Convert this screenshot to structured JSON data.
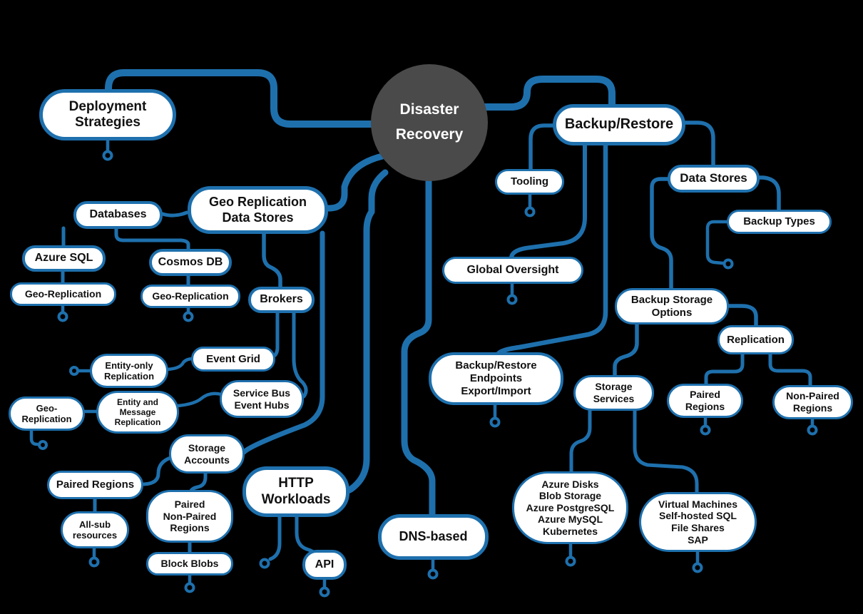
{
  "diagram": {
    "type": "mind-map",
    "title": "Disaster Recovery"
  },
  "colors": {
    "background": "#000000",
    "accent": "#1e70ad",
    "node_fill": "#ffffff",
    "node_text": "#111111",
    "center_fill": "#4a4a4a",
    "center_text": "#ffffff"
  },
  "nodes": [
    {
      "id": "disaster-recovery",
      "label": "Disaster\nRecovery"
    },
    {
      "id": "deployment-strategies",
      "label": "Deployment\nStrategies"
    },
    {
      "id": "backup-restore",
      "label": "Backup/Restore"
    },
    {
      "id": "tooling",
      "label": "Tooling"
    },
    {
      "id": "data-stores",
      "label": "Data Stores"
    },
    {
      "id": "backup-types",
      "label": "Backup Types"
    },
    {
      "id": "geo-replication-data-stores",
      "label": "Geo Replication\nData Stores"
    },
    {
      "id": "databases",
      "label": "Databases"
    },
    {
      "id": "azure-sql",
      "label": "Azure SQL"
    },
    {
      "id": "geo-replication-sql",
      "label": "Geo-Replication"
    },
    {
      "id": "cosmos-db",
      "label": "Cosmos DB"
    },
    {
      "id": "geo-replication-cosmos",
      "label": "Geo-Replication"
    },
    {
      "id": "brokers",
      "label": "Brokers"
    },
    {
      "id": "event-grid",
      "label": "Event Grid"
    },
    {
      "id": "entity-only-replication",
      "label": "Entity-only\nReplication"
    },
    {
      "id": "service-bus-event-hubs",
      "label": "Service Bus\nEvent Hubs"
    },
    {
      "id": "geo-replication-msg",
      "label": "Geo-\nReplication"
    },
    {
      "id": "entity-message-replication",
      "label": "Entity and\nMessage\nReplication"
    },
    {
      "id": "storage-accounts",
      "label": "Storage\nAccounts"
    },
    {
      "id": "paired-regions-left",
      "label": "Paired Regions"
    },
    {
      "id": "all-sub-resources",
      "label": "All-sub\nresources"
    },
    {
      "id": "paired-non-paired-regions",
      "label": "Paired\nNon-Paired\nRegions"
    },
    {
      "id": "block-blobs",
      "label": "Block Blobs"
    },
    {
      "id": "http-workloads",
      "label": "HTTP\nWorkloads"
    },
    {
      "id": "api",
      "label": "API"
    },
    {
      "id": "dns-based",
      "label": "DNS-based"
    },
    {
      "id": "global-oversight",
      "label": "Global Oversight"
    },
    {
      "id": "backup-restore-endpoints",
      "label": "Backup/Restore\nEndpoints\nExport/Import"
    },
    {
      "id": "backup-storage-options",
      "label": "Backup Storage\nOptions"
    },
    {
      "id": "replication",
      "label": "Replication"
    },
    {
      "id": "storage-services",
      "label": "Storage\nServices"
    },
    {
      "id": "paired-regions-right",
      "label": "Paired\nRegions"
    },
    {
      "id": "non-paired-regions",
      "label": "Non-Paired\nRegions"
    },
    {
      "id": "azure-disks-group",
      "label": "Azure Disks\nBlob Storage\nAzure PostgreSQL\nAzure MySQL\nKubernetes"
    },
    {
      "id": "virtual-machines-group",
      "label": "Virtual Machines\nSelf-hosted SQL\nFile Shares\nSAP"
    }
  ],
  "edges": [
    {
      "from": "disaster-recovery",
      "to": "deployment-strategies"
    },
    {
      "from": "disaster-recovery",
      "to": "geo-replication-data-stores"
    },
    {
      "from": "disaster-recovery",
      "to": "http-workloads"
    },
    {
      "from": "disaster-recovery",
      "to": "dns-based"
    },
    {
      "from": "disaster-recovery",
      "to": "backup-restore"
    },
    {
      "from": "geo-replication-data-stores",
      "to": "databases"
    },
    {
      "from": "geo-replication-data-stores",
      "to": "brokers"
    },
    {
      "from": "geo-replication-data-stores",
      "to": "storage-accounts"
    },
    {
      "from": "databases",
      "to": "azure-sql"
    },
    {
      "from": "databases",
      "to": "cosmos-db"
    },
    {
      "from": "azure-sql",
      "to": "geo-replication-sql"
    },
    {
      "from": "cosmos-db",
      "to": "geo-replication-cosmos"
    },
    {
      "from": "brokers",
      "to": "event-grid"
    },
    {
      "from": "brokers",
      "to": "service-bus-event-hubs"
    },
    {
      "from": "event-grid",
      "to": "entity-only-replication"
    },
    {
      "from": "service-bus-event-hubs",
      "to": "entity-message-replication"
    },
    {
      "from": "entity-message-replication",
      "to": "geo-replication-msg"
    },
    {
      "from": "storage-accounts",
      "to": "paired-regions-left"
    },
    {
      "from": "storage-accounts",
      "to": "paired-non-paired-regions"
    },
    {
      "from": "paired-regions-left",
      "to": "all-sub-resources"
    },
    {
      "from": "paired-non-paired-regions",
      "to": "block-blobs"
    },
    {
      "from": "http-workloads",
      "to": "api"
    },
    {
      "from": "backup-restore",
      "to": "tooling"
    },
    {
      "from": "backup-restore",
      "to": "data-stores"
    },
    {
      "from": "backup-restore",
      "to": "global-oversight"
    },
    {
      "from": "backup-restore",
      "to": "backup-restore-endpoints"
    },
    {
      "from": "data-stores",
      "to": "backup-types"
    },
    {
      "from": "data-stores",
      "to": "backup-storage-options"
    },
    {
      "from": "backup-storage-options",
      "to": "replication"
    },
    {
      "from": "backup-storage-options",
      "to": "storage-services"
    },
    {
      "from": "replication",
      "to": "paired-regions-right"
    },
    {
      "from": "replication",
      "to": "non-paired-regions"
    },
    {
      "from": "storage-services",
      "to": "azure-disks-group"
    },
    {
      "from": "storage-services",
      "to": "virtual-machines-group"
    }
  ]
}
